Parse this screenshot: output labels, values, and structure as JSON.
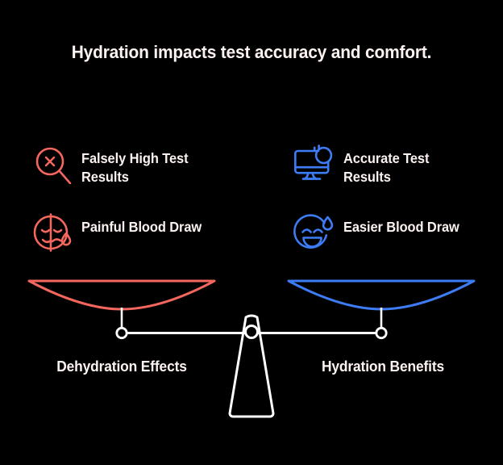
{
  "theme": {
    "background": "#000000",
    "text_color": "#fbf1ef",
    "negative_color": "#f4675e",
    "positive_color": "#3d7cf5",
    "neutral_color": "#ffffff"
  },
  "header": {
    "title": "Hydration impacts test accuracy and comfort."
  },
  "comparison": {
    "left": {
      "caption": "Dehydration Effects",
      "color": "#f4675e",
      "items": [
        {
          "icon": "magnifier-x-icon",
          "label": "Falsely High Test Results"
        },
        {
          "icon": "crying-face-icon",
          "label": "Painful Blood Draw"
        }
      ]
    },
    "right": {
      "caption": "Hydration Benefits",
      "color": "#3d7cf5",
      "items": [
        {
          "icon": "monitor-check-icon",
          "label": "Accurate Test Results"
        },
        {
          "icon": "smiling-face-icon",
          "label": "Easier Blood Draw"
        }
      ]
    }
  },
  "scale": {
    "name": "balance-scale",
    "left_pan_color": "#f4675e",
    "right_pan_color": "#3d7cf5",
    "beam_color": "#ffffff",
    "fulcrum_color": "#ffffff",
    "balanced": true
  }
}
